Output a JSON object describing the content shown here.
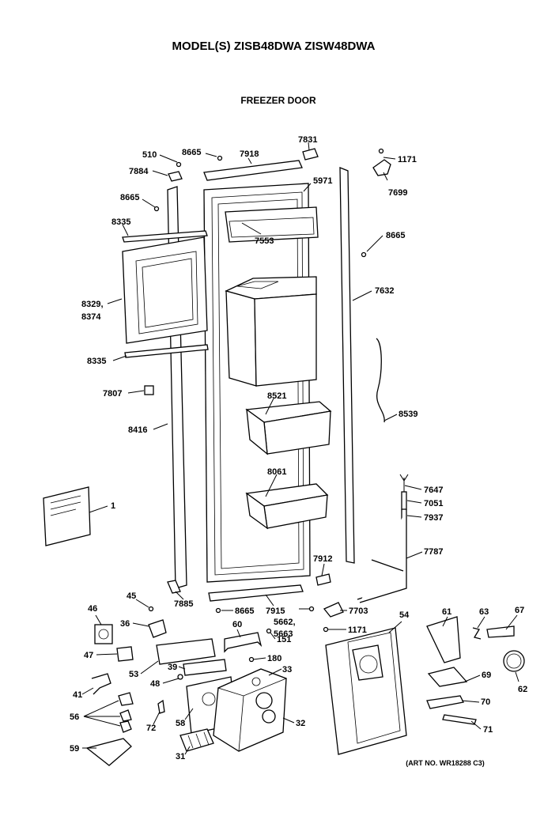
{
  "header": {
    "model_title": "MODEL(S) ZISB48DWA  ZISW48DWA",
    "section_title": "FREEZER DOOR"
  },
  "footer": {
    "art_number": "(ART NO. WR18288 C3)"
  },
  "labels": {
    "510": "510",
    "8665": "8665",
    "7918": "7918",
    "7831": "7831",
    "1171": "1171",
    "7884": "7884",
    "5971": "5971",
    "7699": "7699",
    "8335": "8335",
    "7553": "7553",
    "8329_8374": "8329,\n8374",
    "8329": "8329,",
    "8374": "8374",
    "7632": "7632",
    "7807": "7807",
    "8521": "8521",
    "8416": "8416",
    "8539": "8539",
    "8061": "8061",
    "7647": "7647",
    "7051": "7051",
    "7937": "7937",
    "1": "1",
    "7787": "7787",
    "7912": "7912",
    "45": "45",
    "7885": "7885",
    "7915": "7915",
    "7703": "7703",
    "5662": "5662,",
    "5663": "5663",
    "54": "54",
    "61": "61",
    "63": "63",
    "67": "67",
    "46": "46",
    "36": "36",
    "60": "60",
    "151": "151",
    "47": "47",
    "180": "180",
    "39": "39",
    "33": "33",
    "53": "53",
    "48": "48",
    "69": "69",
    "62": "62",
    "41": "41",
    "70": "70",
    "56": "56",
    "72": "72",
    "58": "58",
    "32": "32",
    "71": "71",
    "59": "59",
    "31": "31"
  }
}
